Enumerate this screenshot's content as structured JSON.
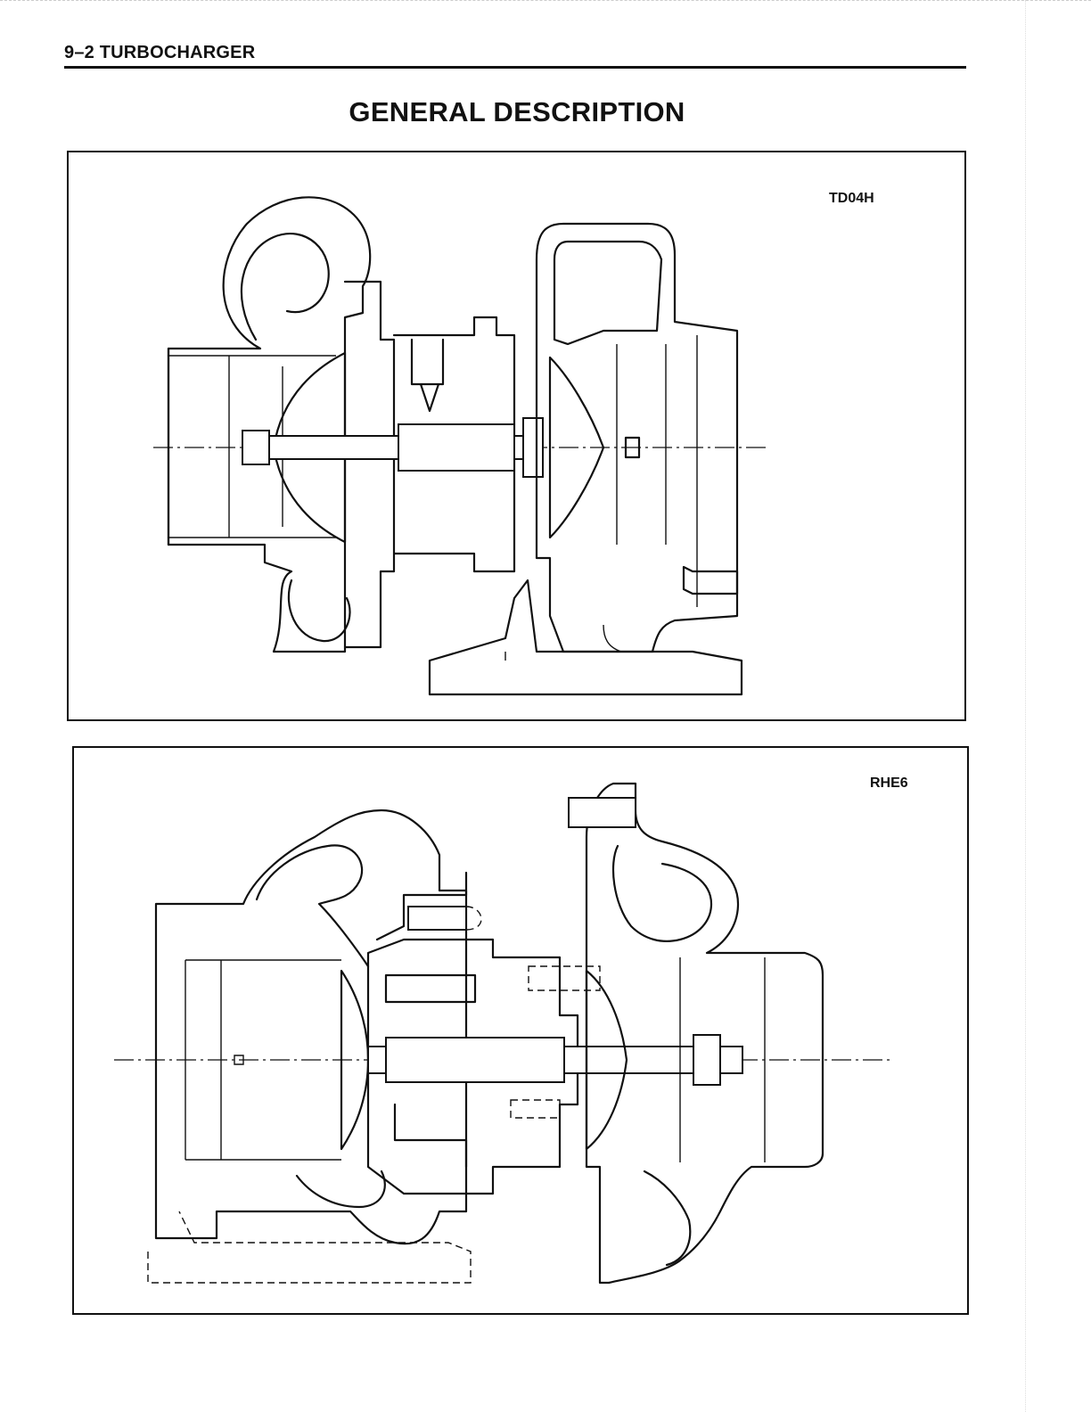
{
  "header": {
    "section": "9–2  TURBOCHARGER"
  },
  "title": "GENERAL DESCRIPTION",
  "figures": [
    {
      "model": "TD04H"
    },
    {
      "model": "RHE6"
    }
  ]
}
